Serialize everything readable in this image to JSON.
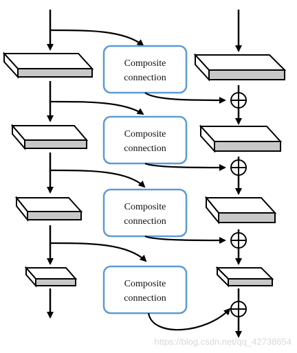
{
  "diagram": {
    "composite_connection_label_line1": "Composite",
    "composite_connection_label_line2": "connection",
    "composite_boxes_count_label": "",
    "watermark": "https://blog.csdn.net/qq_42738654",
    "colors": {
      "block_top": "#ffffff",
      "block_front": "#c8c8c8",
      "stroke": "#000000",
      "box_border": "#5b9bd5"
    }
  }
}
